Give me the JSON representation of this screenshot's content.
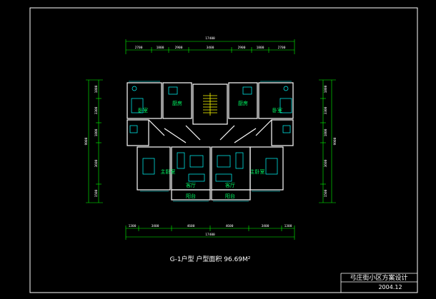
{
  "drawing": {
    "caption": "G-1户型    户型面积  96.69M²",
    "project_title": "弓庄街小区方案设计",
    "date": "2004.12"
  },
  "dimensions": {
    "top_total": "17400",
    "top_segments": [
      "2700",
      "1800",
      "2900",
      "3400",
      "2900",
      "1800",
      "2700"
    ],
    "bottom_total": "17400",
    "bottom_segments": [
      "1300",
      "3400",
      "4600",
      "4600",
      "3400",
      "1300"
    ],
    "left_total": "9900",
    "left_segments": [
      "1800",
      "3300",
      "1800",
      "3600",
      "1500"
    ],
    "right_total": "9900",
    "right_segments": [
      "1800",
      "3300",
      "1800",
      "3600",
      "1500"
    ]
  },
  "rooms": {
    "left_bedroom_small": "卧室",
    "left_kitchen": "厨房",
    "left_master_bed": "主卧室",
    "left_balcony": "阳台",
    "right_master_bed": "主卧室",
    "right_kitchen": "厨房",
    "right_bedroom_small": "卧室",
    "right_balcony": "阳台",
    "left_living": "客厅",
    "right_living": "客厅"
  },
  "colors": {
    "background": "#000000",
    "frame": "#ffffff",
    "dimension": "#00ff00",
    "walls": "#ffffff",
    "fixtures": "#00ffff",
    "stair": "#ffff00",
    "windows": "#00ffff"
  }
}
